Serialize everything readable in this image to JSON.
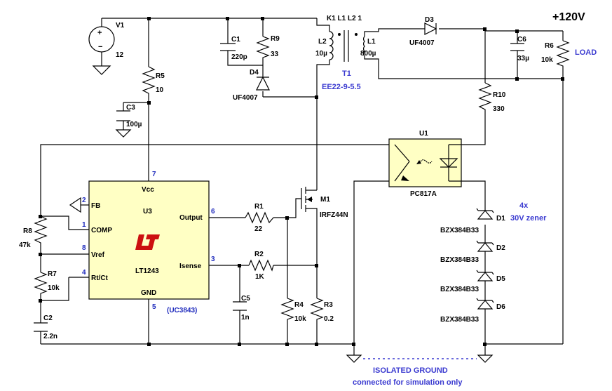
{
  "v1": {
    "ref": "V1",
    "val": "12"
  },
  "c1": {
    "ref": "C1",
    "val": "220p"
  },
  "r9": {
    "ref": "R9",
    "val": "33"
  },
  "d4": {
    "ref": "D4",
    "val": "UF4007"
  },
  "r5": {
    "ref": "R5",
    "val": "10"
  },
  "c3": {
    "ref": "C3",
    "val": "100µ"
  },
  "coupling": "K1 L1 L2 1",
  "l2": {
    "ref": "L2",
    "val": "10µ"
  },
  "l1": {
    "ref": "L1",
    "val": "800µ"
  },
  "t1": {
    "ref": "T1",
    "val": "EE22-9-5.5"
  },
  "d3": {
    "ref": "D3",
    "val": "UF4007"
  },
  "c6": {
    "ref": "C6",
    "val": "33µ"
  },
  "r6": {
    "ref": "R6",
    "val": "10k",
    "note": "LOAD"
  },
  "vout": "+120V",
  "r10": {
    "ref": "R10",
    "val": "330"
  },
  "u1": {
    "ref": "U1",
    "val": "PC817A"
  },
  "u3": {
    "ref": "U3",
    "part": "LT1243",
    "alt": "(UC3843)",
    "pins": {
      "vcc": "Vcc",
      "fb": "FB",
      "comp": "COMP",
      "vref": "Vref",
      "rtct": "Rt/Ct",
      "output": "Output",
      "isense": "Isense",
      "gnd": "GND"
    },
    "pin_numbers": {
      "vcc": "7",
      "fb": "2",
      "comp": "1",
      "vref": "8",
      "rtct": "4",
      "output": "6",
      "isense": "3",
      "gnd": "5"
    }
  },
  "r8": {
    "ref": "R8",
    "val": "47k"
  },
  "r7": {
    "ref": "R7",
    "val": "10k"
  },
  "c2": {
    "ref": "C2",
    "val": "2.2n"
  },
  "m1": {
    "ref": "M1",
    "val": "IRFZ44N"
  },
  "r1": {
    "ref": "R1",
    "val": "22"
  },
  "r2": {
    "ref": "R2",
    "val": "1K"
  },
  "c5": {
    "ref": "C5",
    "val": "1n"
  },
  "r4": {
    "ref": "R4",
    "val": "10k"
  },
  "r3": {
    "ref": "R3",
    "val": "0.2"
  },
  "zeners": {
    "note_count": "4x",
    "note_desc": "30V zener",
    "items": [
      {
        "ref": "D1",
        "val": "BZX384B33"
      },
      {
        "ref": "D2",
        "val": "BZX384B33"
      },
      {
        "ref": "D5",
        "val": "BZX384B33"
      },
      {
        "ref": "D6",
        "val": "BZX384B33"
      }
    ]
  },
  "isolated_note": {
    "line1": "ISOLATED GROUND",
    "line2": "connected for simulation only"
  },
  "colors": {
    "wire": "#000000",
    "pin_label": "#1f2bbd",
    "annotation": "#3a3ad0",
    "logo": "#cc1010",
    "chip_fill": "#ffffc4"
  }
}
